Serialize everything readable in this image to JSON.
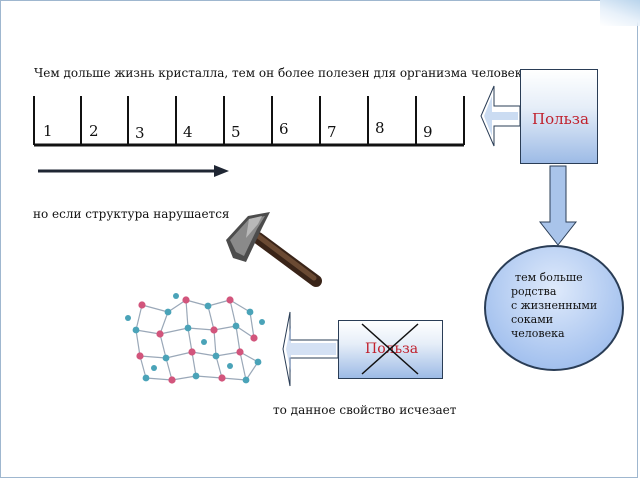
{
  "texts": {
    "intro": "Чем дольше жизнь кристалла, тем он более полезен для организма человека",
    "broken": "но если структура нарушается",
    "vanish": "то данное свойство исчезает"
  },
  "scale_numbers": [
    "1",
    "2",
    "3",
    "4",
    "5",
    "6",
    "7",
    "8",
    "9"
  ],
  "benefit_label": "Польза",
  "crossed_label": "Польза",
  "relation_lines": [
    "тем больше",
    "родства",
    "с жизненными",
    "соками",
    "человека"
  ],
  "icons": [
    "hammer-icon",
    "crystal-lattice-icon",
    "left-arrow-icon",
    "down-arrow-icon",
    "right-arrow-icon",
    "cross-out-icon"
  ],
  "colors": {
    "label_red": "#c0202c",
    "box_blue": "#9dbbe6",
    "arrow_blue": "#a9c4ea",
    "outline": "#2a3d56"
  }
}
